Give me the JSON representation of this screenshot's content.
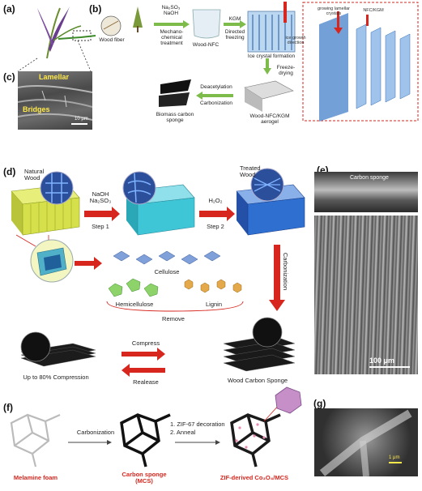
{
  "panels": {
    "a": "(a)",
    "b": "(b)",
    "c": "(c)",
    "d": "(d)",
    "e": "(e)",
    "f": "(f)",
    "g": "(g)"
  },
  "panel_b": {
    "wood_fiber": "Wood fiber",
    "reagents": "Na₂SO₃\nNaOH",
    "mechano": "Mechano-\nchemical\ntreatment",
    "wood_nfc": "Wood-NFC",
    "kgm": "KGM",
    "directed_freezing": "Directed\nfreezing",
    "ice_growth": "ice growth\ndirection",
    "ice_crystal": "Ice crystal formation",
    "freeze_drying": "Freeze-\ndrying",
    "aerogel": "Wood-NFC/KGM\naerogel",
    "deacetylation": "Deacetylation",
    "carbonization": "Carbonization",
    "biomass_sponge": "Biomass carbon\nsponge",
    "inset_lamellar": "growing lamellar\ncrystals",
    "inset_nfc": "NFC/KGM"
  },
  "panel_c": {
    "lamellar": "Lamellar",
    "bridges": "Bridges",
    "scale": "10 μm"
  },
  "panel_d": {
    "natural_wood": "Natural\nWood",
    "step1_reagents": "NaOH\nNa₂SO₃",
    "step1": "Step 1",
    "step2_reagent": "H₂O₂",
    "step2": "Step 2",
    "treated_wood": "Treated\nWood",
    "cellulose": "Cellulose",
    "hemicellulose": "Hemicellulose",
    "lignin": "Lignin",
    "remove": "Remove",
    "carbonization": "Carbonization",
    "compress": "Compress",
    "release": "Realease",
    "compression": "Up to 80% Compression",
    "sponge": "Wood Carbon Sponge"
  },
  "panel_e": {
    "carbon_sponge": "Carbon sponge",
    "scale": "100 μm"
  },
  "panel_f": {
    "carbonization": "Carbonization",
    "step1": "1. ZIF-67 decoration",
    "step2": "2. Anneal",
    "melamine": "Melamine foam",
    "carbon_sponge": "Carbon sponge\n(MCS)",
    "zif": "ZIF-derived Co₃O₄/MCS"
  },
  "panel_g": {
    "scale": "1 μm"
  },
  "colors": {
    "red": "#d7261e",
    "arrow_green": "#7dbb4a",
    "wood_yellow": "#d6e04a",
    "wood_cyan": "#3fc6d6",
    "wood_blue": "#2f6fd0"
  }
}
